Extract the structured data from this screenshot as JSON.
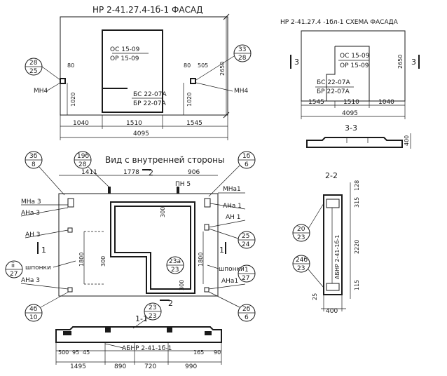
{
  "view_facade": {
    "title": "НР 2-41.27.4-1б-1 ФАСАД",
    "window_top": "ОС 15-09",
    "window_bottom": "ОР 15-09",
    "door_top": "БС 22-07А",
    "door_bottom": "БР 22-07А",
    "callout_left_top": "28",
    "callout_left_bottom": "25",
    "callout_right_top": "33",
    "callout_right_bottom": "28",
    "label_left": "МН4",
    "label_right": "МН4",
    "dim_80_left": "80",
    "dim_80_right": "80",
    "dim_505": "505",
    "dim_1020_left": "1020",
    "dim_1020_right": "1020",
    "dim_2650": "2650",
    "dim_1040": "1040",
    "dim_1510": "1510",
    "dim_1545": "1545",
    "dim_total": "4095"
  },
  "view_scheme": {
    "title": "НР 2-41.27.4 -1бл-1 СХЕМА ФАСАДА",
    "window_top": "ОС 15-09",
    "window_bottom": "ОР 15-09",
    "door_top": "БС 22-07А",
    "door_bottom": "БР 22-07А",
    "section_left": "3",
    "section_right": "3",
    "dim_2650": "2650",
    "dim_1545": "1545",
    "dim_1510": "1510",
    "dim_1040": "1040",
    "dim_total": "4095"
  },
  "section_3_3": {
    "title": "3-3",
    "dim_400": "400"
  },
  "view_inner": {
    "title": "Вид с внутренней стороны",
    "callout_tl_top": "3б",
    "callout_tl_bottom": "8",
    "callout_top_top": "19б",
    "callout_top_bottom": "28",
    "callout_tr_top": "1б",
    "callout_tr_bottom": "6",
    "callout_l_top": "ii",
    "callout_l_bottom": "27",
    "callout_bl_top": "4б",
    "callout_bl_bottom": "10",
    "callout_r1_top": "25",
    "callout_r1_bottom": "24",
    "callout_r2_top": "1",
    "callout_r2_bottom": "27",
    "callout_br_top": "2б",
    "callout_br_bottom": "6",
    "callout_c_top": "23а",
    "callout_c_bottom": "23",
    "dim_1411": "1411",
    "dim_1778": "1778",
    "dim_906": "906",
    "pn5": "ПН 5",
    "section_2_top": "2",
    "section_2_bottom": "2",
    "section_1_left": "1",
    "section_1_right": "1",
    "mna3": "МНа 3",
    "ana3_top": "АНа 3",
    "an3": "АН 3",
    "shponki_left": "шпонки",
    "ana3_bottom": "АНа 3",
    "mna1": "МНа1",
    "ana1_top": "АНа 1",
    "an1": "АН 1",
    "shponki_right": "шпонки",
    "ana1_bottom": "АНа1",
    "dim_1800_left": "1800",
    "dim_1800_right": "1800",
    "dim_300_a": "300",
    "dim_300_b": "300",
    "dim_300_c": "300"
  },
  "section_1_1": {
    "title": "1-1",
    "callout_top": "23",
    "callout_bottom": "23",
    "mark": "АБНР 2-41-1б-1",
    "dim_500": "500",
    "dim_95": "95",
    "dim_45": "45",
    "dim_165": "165",
    "dim_90": "90",
    "dim_1495": "1495",
    "dim_890": "890",
    "dim_720": "720",
    "dim_990": "990"
  },
  "section_2_2": {
    "title": "2-2",
    "callout_1_top": "20",
    "callout_1_bottom": "23",
    "callout_2_top": "24б",
    "callout_2_bottom": "23",
    "mark": "АБНР 2-41-1б-1",
    "dim_128": "128",
    "dim_315": "315",
    "dim_2220": "2220",
    "dim_115": "115",
    "dim_25": "25",
    "dim_400": "400"
  }
}
